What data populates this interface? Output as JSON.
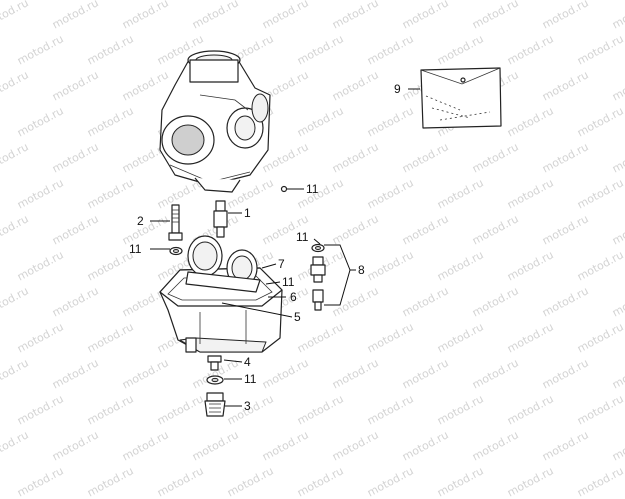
{
  "watermark": "motod.ru",
  "callouts": {
    "c1": "1",
    "c2": "2",
    "c3": "3",
    "c4": "4",
    "c5": "5",
    "c6": "6",
    "c7": "7",
    "c8": "8",
    "c9": "9",
    "c11a": "11",
    "c11b": "11",
    "c11c": "11",
    "c11d": "11",
    "c11e": "11"
  }
}
